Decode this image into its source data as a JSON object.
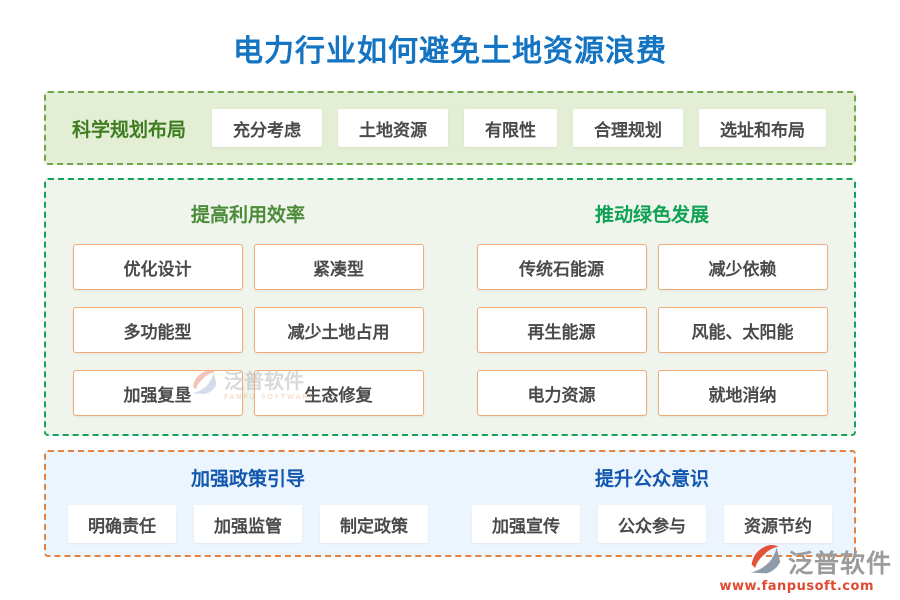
{
  "title": "电力行业如何避免土地资源浪费",
  "colors": {
    "title_blue": "#1474c2",
    "section1_bg": "#e3eed5",
    "section1_border": "#72a64e",
    "section1_label_green": "#3e7d1f",
    "section2_bg": "#eff4ec",
    "section2_border": "#14a158",
    "section2_left_header_green": "#4c8b38",
    "section2_right_header_green": "#10a254",
    "section2_button_border_orange": "#f2ab74",
    "section3_bg": "#ecf4fd",
    "section3_border": "#e2823e",
    "section3_header_blue": "#1157ad",
    "button_text": "#4a4a4a",
    "brand_red": "#df4a31"
  },
  "section1": {
    "label": "科学规划布局",
    "buttons": [
      "充分考虑",
      "土地资源",
      "有限性",
      "合理规划",
      "选址和布局"
    ]
  },
  "section2": {
    "left": {
      "header": "提高利用效率",
      "buttons": [
        "优化设计",
        "紧凑型",
        "多功能型",
        "减少土地占用",
        "加强复垦",
        "生态修复"
      ]
    },
    "right": {
      "header": "推动绿色发展",
      "buttons": [
        "传统石能源",
        "减少依赖",
        "再生能源",
        "风能、太阳能",
        "电力资源",
        "就地消纳"
      ]
    }
  },
  "section3": {
    "left": {
      "header": "加强政策引导",
      "buttons": [
        "明确责任",
        "加强监管",
        "制定政策"
      ]
    },
    "right": {
      "header": "提升公众意识",
      "buttons": [
        "加强宣传",
        "公众参与",
        "资源节约"
      ]
    }
  },
  "watermark": {
    "name": "泛普软件",
    "sub": "FANPU SOFTWARE"
  },
  "brand": {
    "name": "泛普软件",
    "url": "www.fanpusoft.com"
  }
}
